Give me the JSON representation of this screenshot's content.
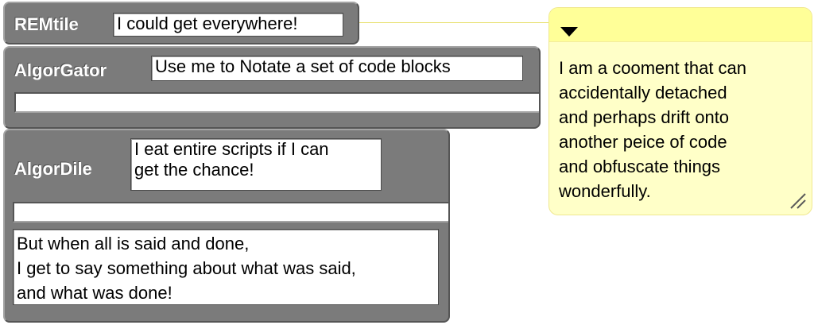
{
  "blocks": {
    "remtile": {
      "label": "REMtile",
      "text": "I could get everywhere!"
    },
    "algorgator": {
      "label": "AlgorGator",
      "text": "Use me to Notate a set of code blocks"
    },
    "algordile": {
      "label": "AlgorDile",
      "text": "I eat entire scripts if I can\nget the chance!",
      "inner_text": "But when all is said and done,\nI get to say something about what was said,\nand what was done!"
    }
  },
  "comment": {
    "text": "I am a cooment that can\naccidentally detached\nand perhaps drift onto\nanother peice of code\nand obfuscate things\nwonderfully.",
    "toggle_icon": "triangle-down-icon",
    "resize_icon": "resize-grip-icon"
  },
  "colors": {
    "block": "#7b7b7b",
    "comment_body": "#ffffc8",
    "comment_titlebar": "#ffff98"
  }
}
